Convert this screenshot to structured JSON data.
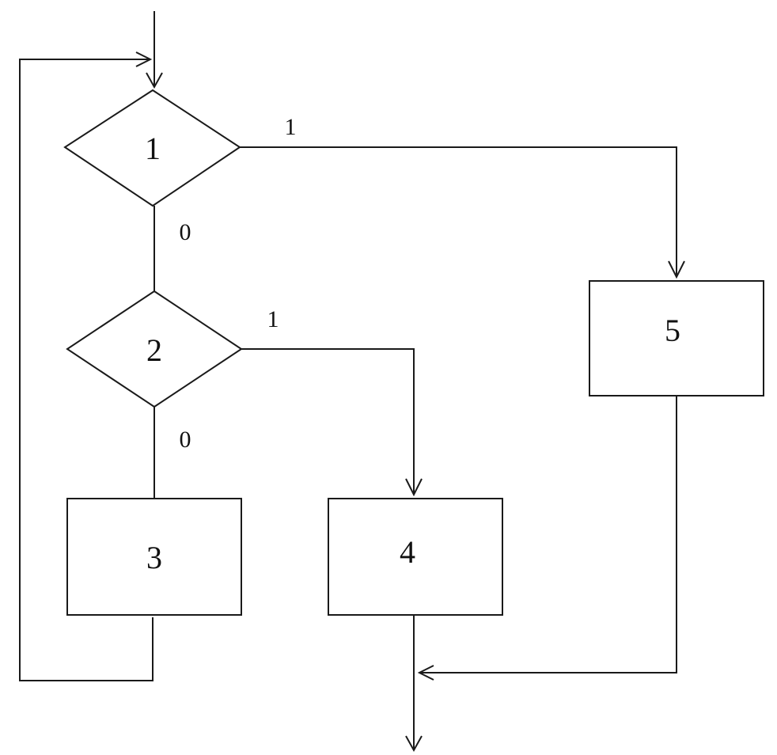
{
  "diagram": {
    "nodes": [
      {
        "id": "1",
        "shape": "decision",
        "label": "1"
      },
      {
        "id": "2",
        "shape": "decision",
        "label": "2"
      },
      {
        "id": "3",
        "shape": "process",
        "label": "3"
      },
      {
        "id": "4",
        "shape": "process",
        "label": "4"
      },
      {
        "id": "5",
        "shape": "process",
        "label": "5"
      }
    ],
    "edges": [
      {
        "from": "1",
        "to": "5",
        "label": "1"
      },
      {
        "from": "1",
        "to": "2",
        "label": "0"
      },
      {
        "from": "2",
        "to": "4",
        "label": "1"
      },
      {
        "from": "2",
        "to": "3",
        "label": "0"
      },
      {
        "from": "3",
        "to": "1",
        "label": ""
      },
      {
        "from": "5",
        "to": "exit",
        "label": ""
      },
      {
        "from": "4",
        "to": "exit",
        "label": ""
      }
    ]
  }
}
